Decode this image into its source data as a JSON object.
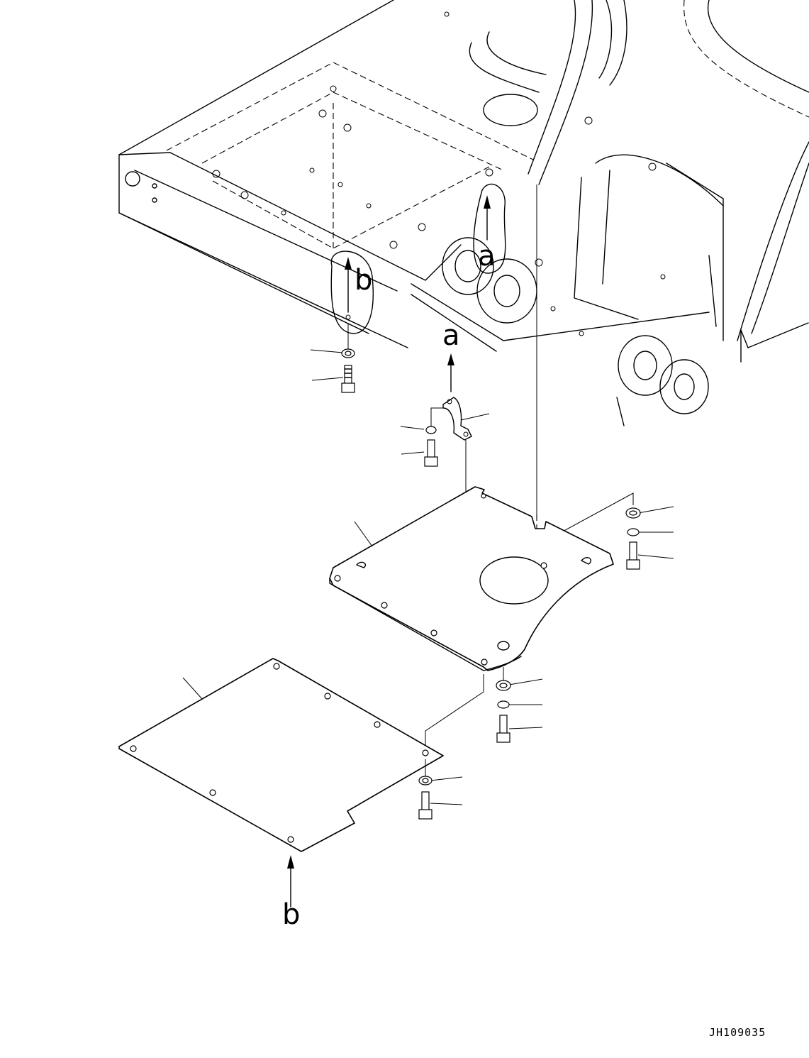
{
  "labels": {
    "ref_a": "a",
    "ref_b": "b"
  },
  "drawing_code": "JH109035"
}
